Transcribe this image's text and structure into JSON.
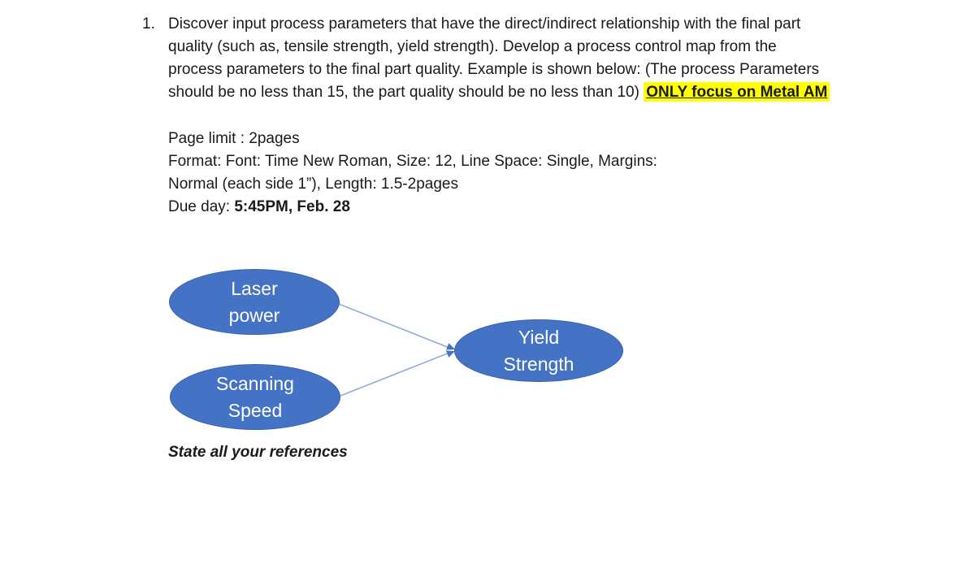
{
  "document": {
    "task": {
      "number": "1.",
      "lines": [
        "Discover input process parameters that have the direct/indirect relationship with the final part",
        "quality (such as, tensile strength, yield strength). Develop a process control map from the",
        "process parameters to the final part quality. Example is shown below: (The process Parameters",
        "should be no less than 15, the part quality should be no less than 10) "
      ],
      "highlight": "ONLY focus on Metal AM"
    },
    "details": {
      "page_limit": "Page limit : 2pages",
      "format_line1": "Format: Font: Time New Roman, Size: 12, Line Space: Single, Margins:",
      "format_line2": "Normal (each side 1”), Length: 1.5-2pages",
      "due_prefix": "Due day: ",
      "due_bold": "5:45PM, Feb. 28"
    },
    "references_note": "State all your references"
  },
  "diagram": {
    "nodes": [
      {
        "id": "laser-power",
        "label": "Laser\npower"
      },
      {
        "id": "scanning-speed",
        "label": "Scanning\nSpeed"
      },
      {
        "id": "yield-strength",
        "label": "Yield\nStrength"
      }
    ],
    "edges": [
      {
        "from": "laser-power",
        "to": "yield-strength"
      },
      {
        "from": "scanning-speed",
        "to": "yield-strength"
      }
    ],
    "colors": {
      "node_fill": "#4472C4",
      "node_border": "#3A62AE",
      "node_text": "#FFFFFF",
      "arrow_line": "#8FAADC",
      "arrow_head": "#4472C4"
    }
  },
  "highlight_color": "#FFFF00"
}
